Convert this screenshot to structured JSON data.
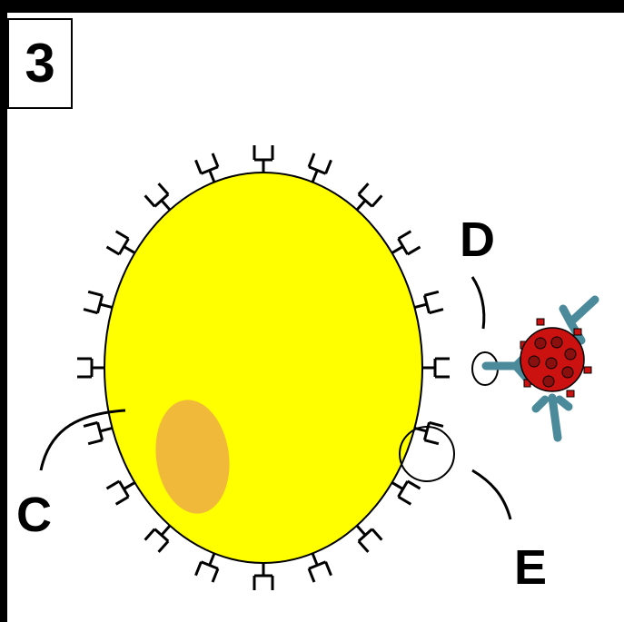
{
  "step": {
    "number": "3"
  },
  "labels": {
    "c": "C",
    "d": "D",
    "e": "E"
  },
  "colors": {
    "cell_fill": "#ffff00",
    "nucleus_fill": "#f0b93a",
    "antigen_fill": "#cc1111",
    "antigen_spot": "#8a1010",
    "antibody_color": "#4a8a9a",
    "outline": "#000000"
  },
  "icons": {
    "receptor": "y-shaped-receptor-icon",
    "antigen": "virus-icon",
    "antibody": "antibody-icon"
  }
}
